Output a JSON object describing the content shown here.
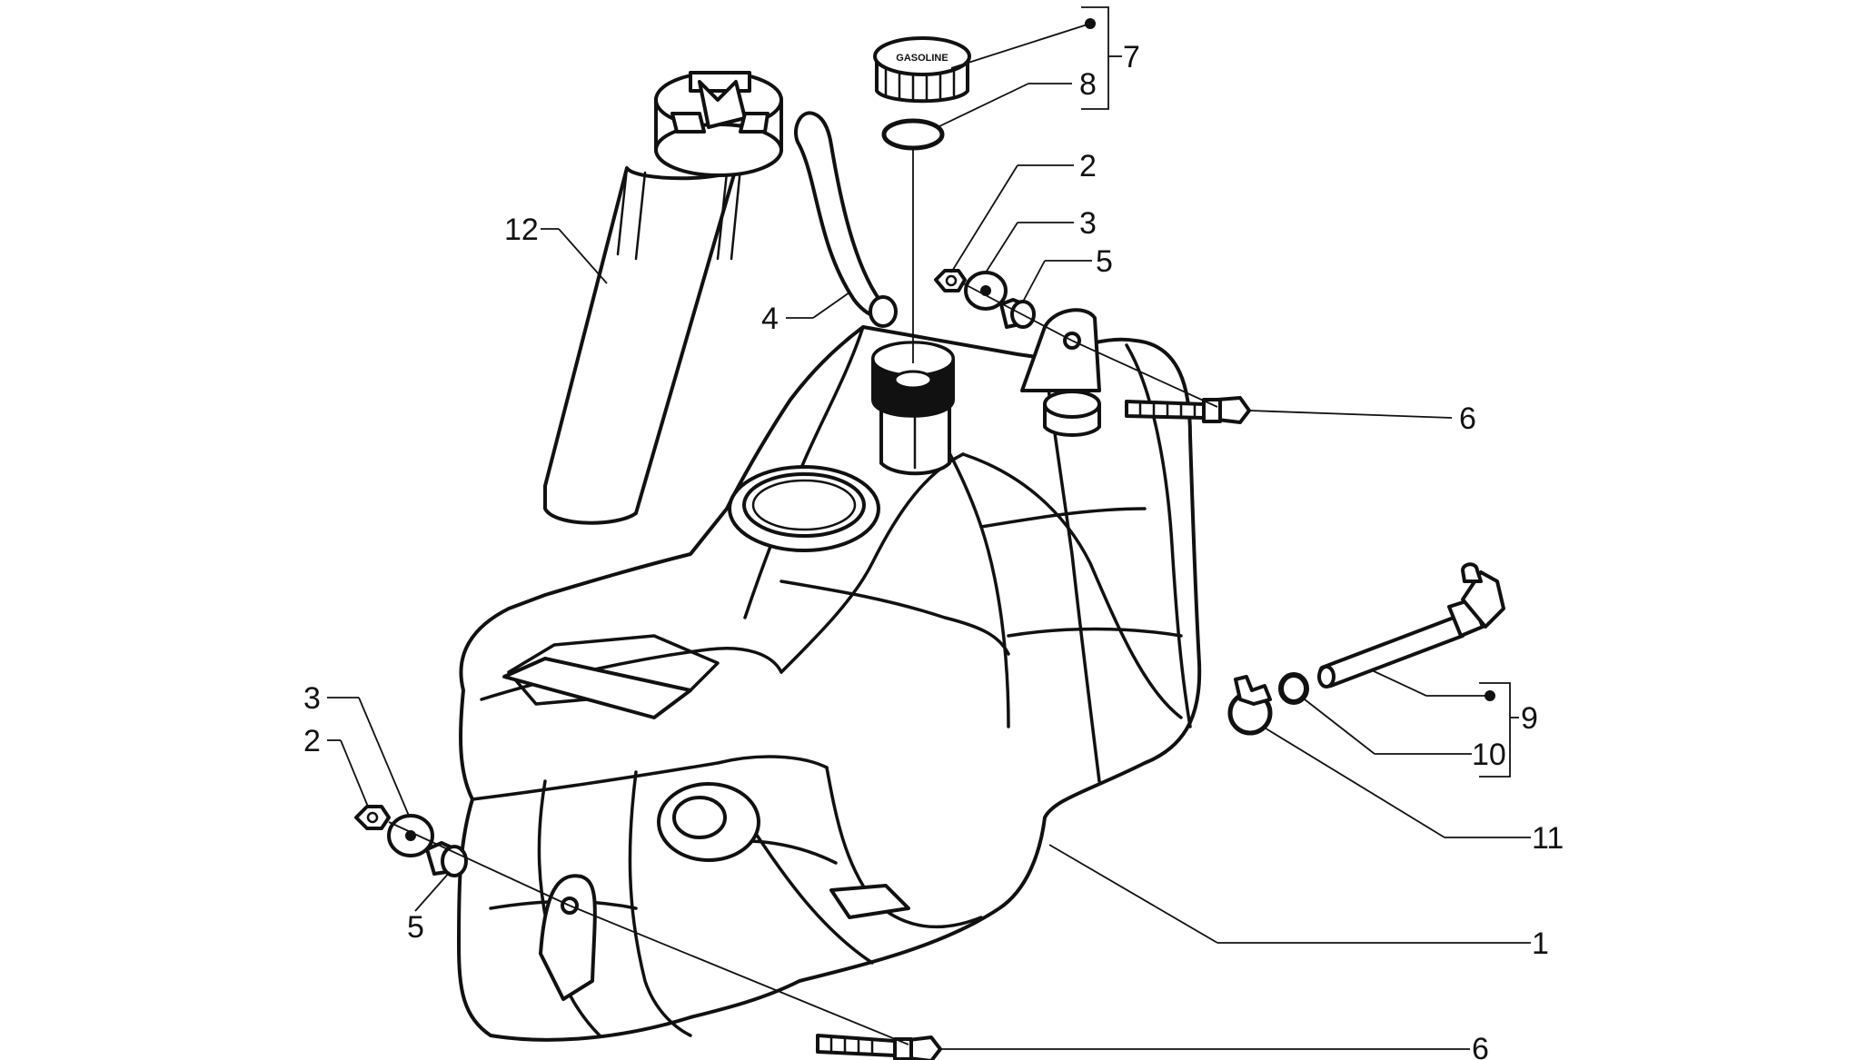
{
  "callouts": {
    "c7": "7",
    "c8": "8",
    "c2_top": "2",
    "c3_top": "3",
    "c5_top": "5",
    "c6_top": "6",
    "c12": "12",
    "c4": "4",
    "c3_left": "3",
    "c2_left": "2",
    "c5_left": "5",
    "c9": "9",
    "c10": "10",
    "c11": "11",
    "c1": "1",
    "c6_bottom": "6"
  },
  "cap_text": "GASOLINE"
}
